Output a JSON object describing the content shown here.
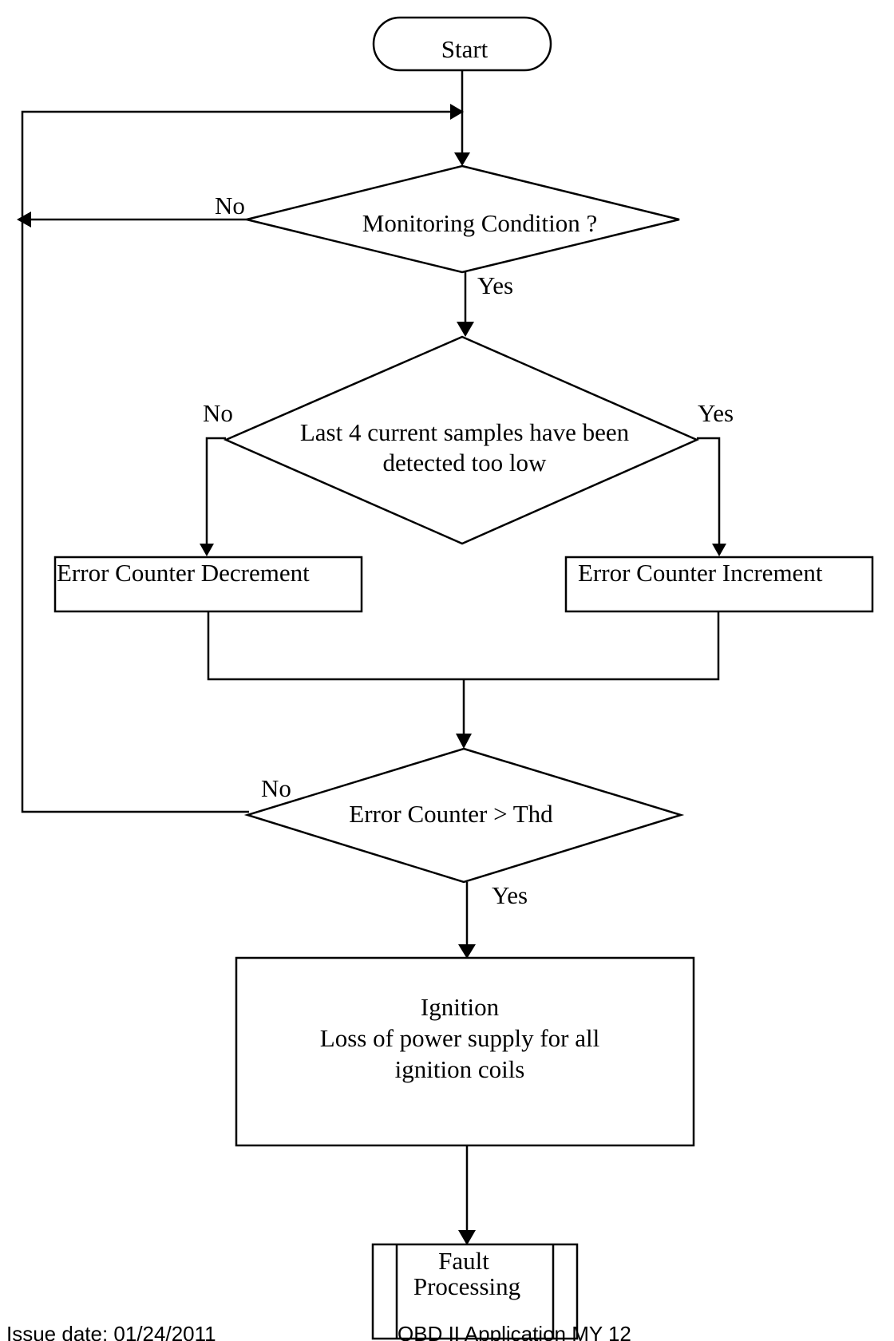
{
  "nodes": {
    "start": "Start",
    "monitoring": "Monitoring Condition ?",
    "samples_line1": "Last 4 current samples have been",
    "samples_line2": "detected too low",
    "decrement": "Error Counter Decrement",
    "increment": "Error Counter Increment",
    "threshold": "Error Counter >  Thd",
    "ignition_line1": "Ignition",
    "ignition_line2": "Loss of power supply for all",
    "ignition_line3": "ignition coils",
    "fault_line1": "Fault",
    "fault_line2": "Processing"
  },
  "edge_labels": {
    "monitoring_no": "No",
    "monitoring_yes": "Yes",
    "samples_no": "No",
    "samples_yes": "Yes",
    "threshold_no": "No",
    "threshold_yes": "Yes"
  },
  "footer": {
    "issue_date": "Issue date: 01/24/2011",
    "document": "OBD II Application MY 12"
  }
}
